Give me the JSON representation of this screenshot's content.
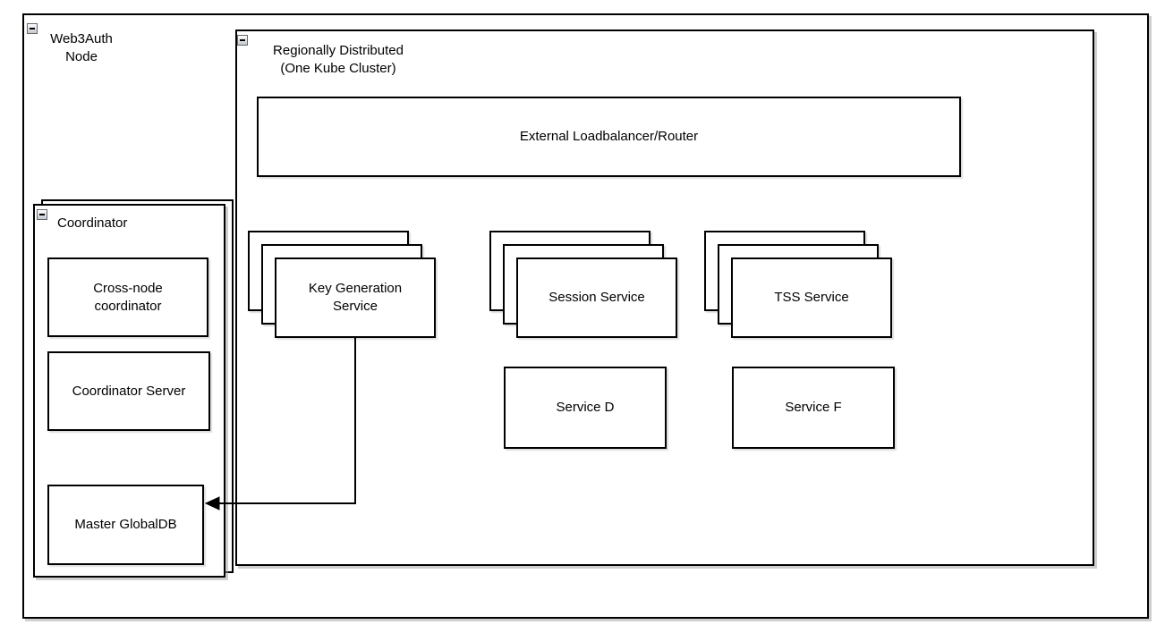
{
  "web3auth": {
    "label": "Web3Auth\nNode"
  },
  "region": {
    "label": "Regionally Distributed\n(One Kube Cluster)"
  },
  "elb": {
    "label": "External Loadbalancer/Router"
  },
  "stacks": {
    "keygen": {
      "label": "Key Generation\nService",
      "instances": 3
    },
    "session": {
      "label": "Session Service",
      "instances": 3
    },
    "tss": {
      "label": "TSS Service",
      "instances": 3
    }
  },
  "services": {
    "d": {
      "label": "Service D"
    },
    "f": {
      "label": "Service F"
    }
  },
  "coordinator": {
    "label": "Coordinator",
    "cross_node": {
      "label": "Cross-node\ncoordinator"
    },
    "server": {
      "label": "Coordinator Server"
    },
    "master_db": {
      "label": "Master GlobalDB"
    }
  },
  "icons": {
    "collapse": "minus"
  },
  "arrow": {
    "from": "Key Generation Service",
    "to": "Master GlobalDB"
  },
  "colors": {
    "stroke": "#000000",
    "background": "#ffffff",
    "shadow": "#a0a0a0"
  }
}
